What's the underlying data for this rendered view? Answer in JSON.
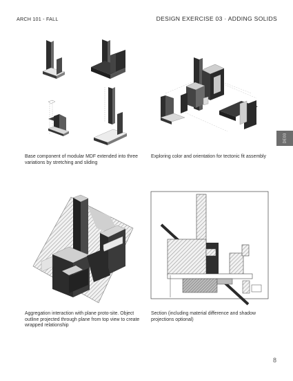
{
  "header": {
    "course": "ARCH 101 - FALL",
    "title": "DESIGN EXERCISE 03 · ADDING SOLIDS"
  },
  "side_tab": {
    "label": "DE03"
  },
  "captions": [
    "Base component of modular MDF extended into three variations by stretching and sliding",
    "Exploring color and orientation for tectonic fit assembly",
    "Aggregation interaction with plane proto-site. Object outline projected through plane from top view to create wrapped relationship",
    "Section (including material difference and shadow projections optional)"
  ],
  "page_number": "8",
  "colors": {
    "dark": "#2e2e2e",
    "mid": "#5a5a5a",
    "light": "#d9d9d9",
    "tab": "#6d6d6d"
  }
}
